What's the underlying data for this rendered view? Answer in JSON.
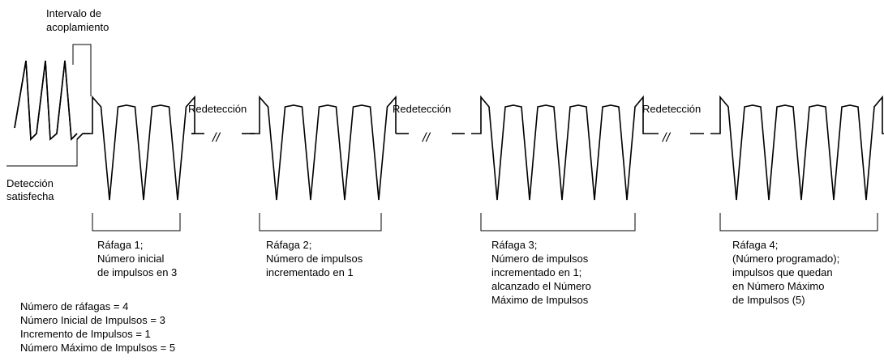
{
  "labels": {
    "coupling_interval_line1": "Intervalo de",
    "coupling_interval_line2": "acoplamiento",
    "detection_line1": "Detección",
    "detection_line2": "satisfecha",
    "redetection": "Redetección"
  },
  "bursts": [
    {
      "lines": [
        "Ráfaga 1;",
        "Número inicial",
        "de impulsos en 3"
      ],
      "pulses": 3
    },
    {
      "lines": [
        "Ráfaga 2;",
        "Número de impulsos",
        "incrementado en 1"
      ],
      "pulses": 4
    },
    {
      "lines": [
        "Ráfaga 3;",
        "Número de impulsos",
        "incrementado en 1;",
        "alcanzado el Número",
        "Máximo de Impulsos"
      ],
      "pulses": 5
    },
    {
      "lines": [
        "Ráfaga 4;",
        "(Número programado);",
        "impulsos que quedan",
        "en Número Máximo",
        "de Impulsos (5)"
      ],
      "pulses": 5
    }
  ],
  "parameters": [
    "Número de ráfagas = 4",
    "Número Inicial de Impulsos = 3",
    "Incremento de Impulsos = 1",
    "Número Máximo de Impulsos = 5"
  ],
  "break_symbol": "//"
}
